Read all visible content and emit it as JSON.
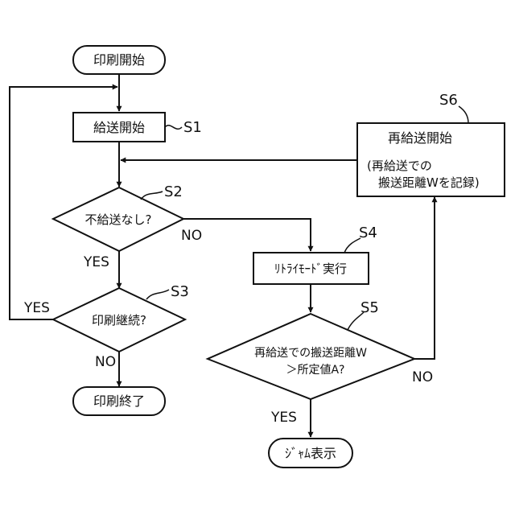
{
  "nodes": {
    "start": "印刷開始",
    "feed_start": "給送開始",
    "no_feed_fail": "不給送なし?",
    "print_continue": "印刷継続?",
    "print_end": "印刷終了",
    "retry_mode": "ﾘﾄﾗｲﾓｰﾄﾞ実行",
    "check_line1": "再給送での搬送距離W",
    "check_line2": "＞所定値A?",
    "jam_display": "ｼﾞｬﾑ表示",
    "refeed_start": "再給送開始",
    "refeed_note_line1": "(再給送での",
    "refeed_note_line2": "搬送距離Wを記録)"
  },
  "step_labels": {
    "s1": "S1",
    "s2": "S2",
    "s3": "S3",
    "s4": "S4",
    "s5": "S5",
    "s6": "S6"
  },
  "branch_labels": {
    "s2_yes": "YES",
    "s2_no": "NO",
    "s3_yes": "YES",
    "s3_no": "NO",
    "s5_yes": "YES",
    "s5_no": "NO"
  }
}
